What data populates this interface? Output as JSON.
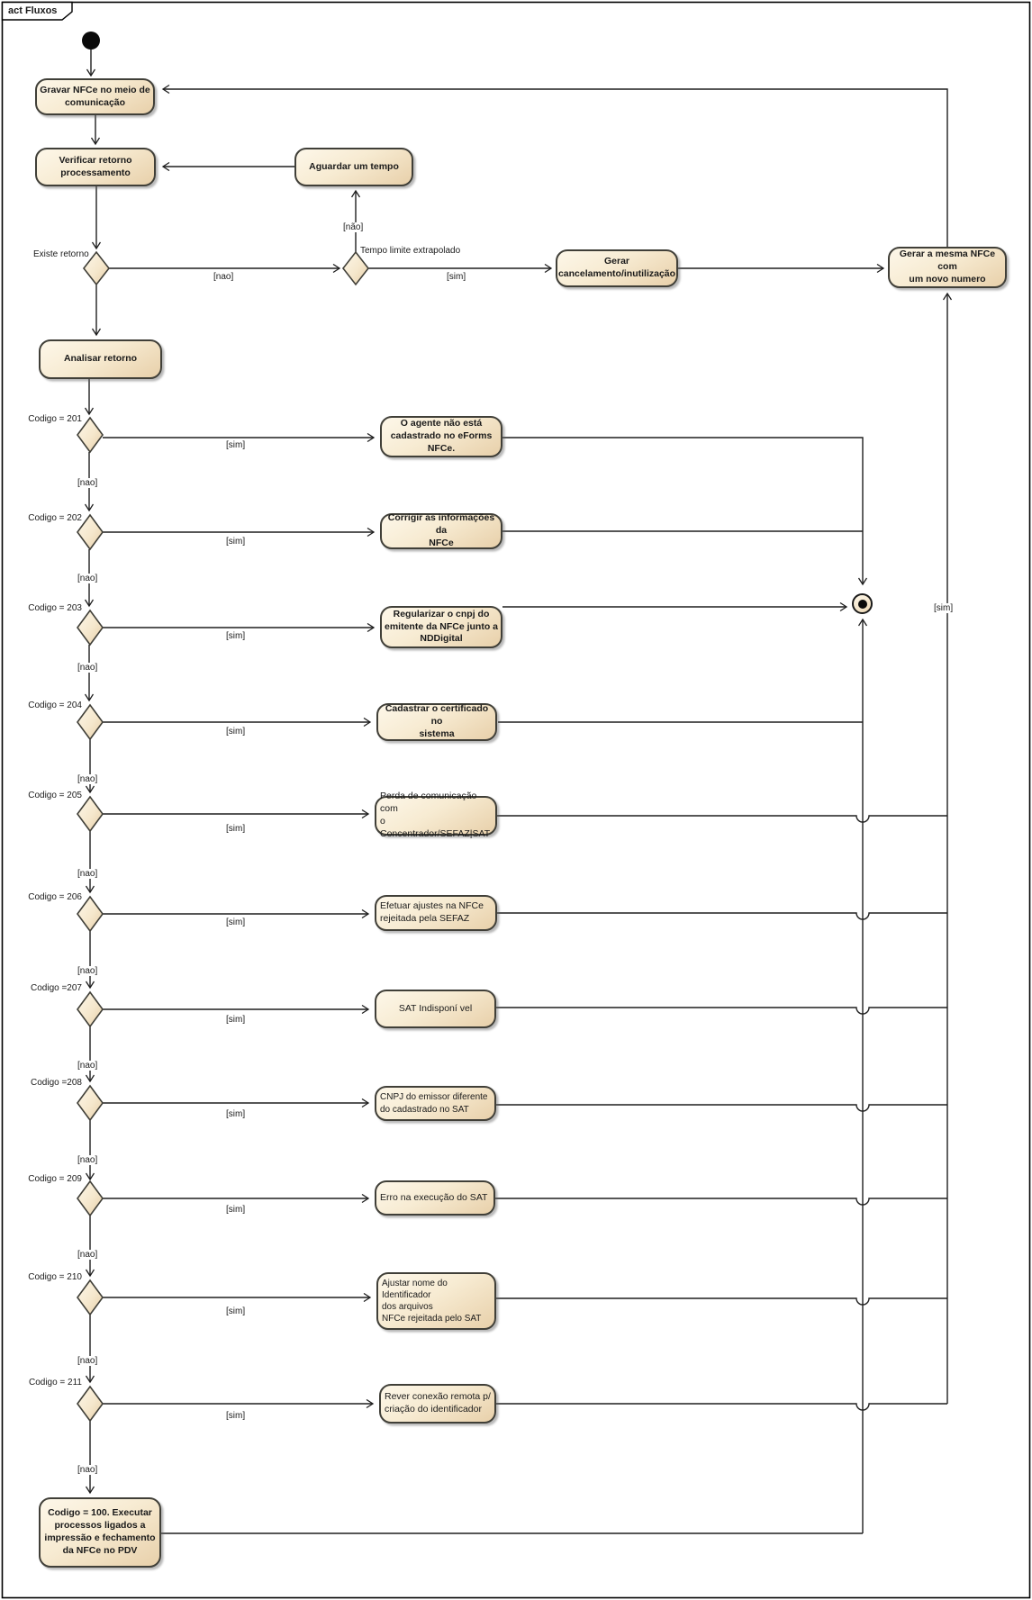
{
  "frame": {
    "tab_label": "act Fluxos"
  },
  "activities": {
    "gravar": "Gravar NFCe no meio de\ncomunicação",
    "verificar": "Verificar retorno\nprocessamento",
    "aguardar": "Aguardar um tempo",
    "analisar": "Analisar retorno",
    "gerar_cancelamento": "Gerar\ncancelamento/inutilização",
    "gerar_mesma": "Gerar a mesma NFCe com\num novo numero",
    "codigo_100": "Codigo = 100. Executar\nprocessos ligados a\nimpressão e fechamento\nda NFCe no PDV"
  },
  "guards": {
    "existe_retorno": "Existe retorno",
    "tempo_limite": "Tempo limite extrapolado",
    "nao_accent": "[não]",
    "nao": "[nao]",
    "sim": "[sim]",
    "sim_trunk": "[sim]"
  },
  "rows": [
    {
      "code": "Codigo = 201",
      "sim": "[sim]",
      "nao": "[nao]",
      "action": "O agente não está\ncadastrado no eForms\nNFCe."
    },
    {
      "code": "Codigo = 202",
      "sim": "[sim]",
      "nao": "[nao]",
      "action": "Corrigir as informações da\nNFCe"
    },
    {
      "code": "Codigo = 203",
      "sim": "[sim]",
      "nao": "[nao]",
      "action": "Regularizar o cnpj do\nemitente da NFCe junto a\nNDDigital"
    },
    {
      "code": "Codigo = 204",
      "sim": "[sim]",
      "nao": "[nao]",
      "action": "Cadastrar o certificado no\nsistema"
    },
    {
      "code": "Codigo = 205",
      "sim": "[sim]",
      "nao": "[nao]",
      "action": "Perda de comunicação com\no Concentrador/SEFAZ|SAT"
    },
    {
      "code": "Codigo = 206",
      "sim": "[sim]",
      "nao": "[nao]",
      "action": "Efetuar ajustes na NFCe\nrejeitada pela SEFAZ"
    },
    {
      "code": "Codigo =207",
      "sim": "[sim]",
      "nao": "[nao]",
      "action": "SAT Indisponí vel"
    },
    {
      "code": "Codigo =208",
      "sim": "[sim]",
      "nao": "[nao]",
      "action": "CNPJ do emissor diferente\ndo cadastrado no SAT"
    },
    {
      "code": "Codigo = 209",
      "sim": "[sim]",
      "nao": "[nao]",
      "action": "Erro na execução do SAT"
    },
    {
      "code": "Codigo = 210",
      "sim": "[sim]",
      "nao": "[nao]",
      "action": "Ajustar nome do Identificador\ndos arquivos\nNFCe rejeitada pelo SAT"
    },
    {
      "code": "Codigo = 211",
      "sim": "[sim]",
      "nao": "[nao]",
      "action": "Rever conexão remota p/\ncriação do identificador"
    }
  ]
}
